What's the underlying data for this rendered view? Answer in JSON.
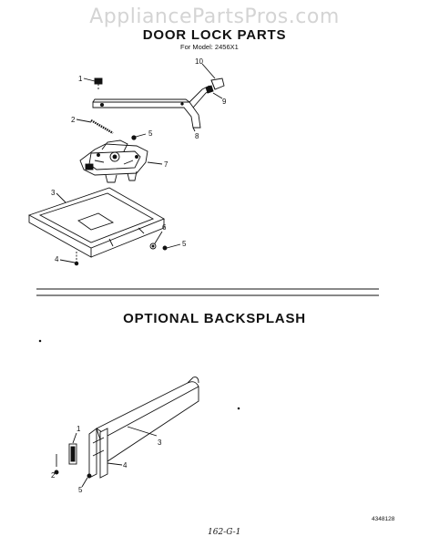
{
  "watermark": "AppliancePartsPros.com",
  "title": "DOOR LOCK PARTS",
  "subtitle": "For Model: 2456X1",
  "section_title": "OPTIONAL BACKSPLASH",
  "part_code": "4348128",
  "handwriting": "162-G-1",
  "door_lock_callouts": [
    "1",
    "2",
    "3",
    "4",
    "5",
    "6",
    "7",
    "8",
    "9",
    "10",
    "5"
  ],
  "backsplash_callouts": [
    "1",
    "2",
    "3",
    "4",
    "5"
  ]
}
